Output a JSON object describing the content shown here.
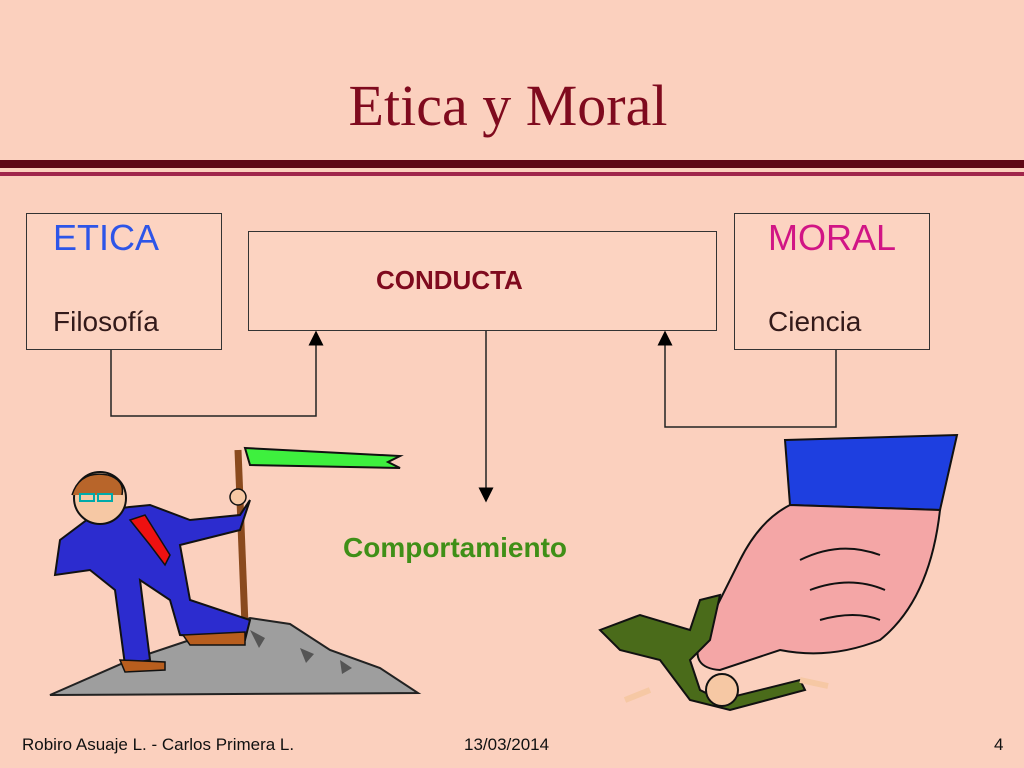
{
  "slide": {
    "title": "Etica y Moral",
    "etica": {
      "heading": "ETICA",
      "sub": "Filosofía"
    },
    "moral": {
      "heading": "MORAL",
      "sub": "Ciencia"
    },
    "center": "CONDUCTA",
    "result": "Comportamiento"
  },
  "footer": {
    "author": "Robiro Asuaje L. - Carlos Primera L.",
    "date": "13/03/2014",
    "page": "4"
  },
  "colors": {
    "background": "#fbd0be",
    "title": "#7f0a1e",
    "etica": "#2d55e8",
    "moral": "#d11585",
    "result": "#3f8f17"
  },
  "illustrations": [
    "businessman-with-flag-on-rock-icon",
    "giant-hand-pressing-man-icon"
  ]
}
